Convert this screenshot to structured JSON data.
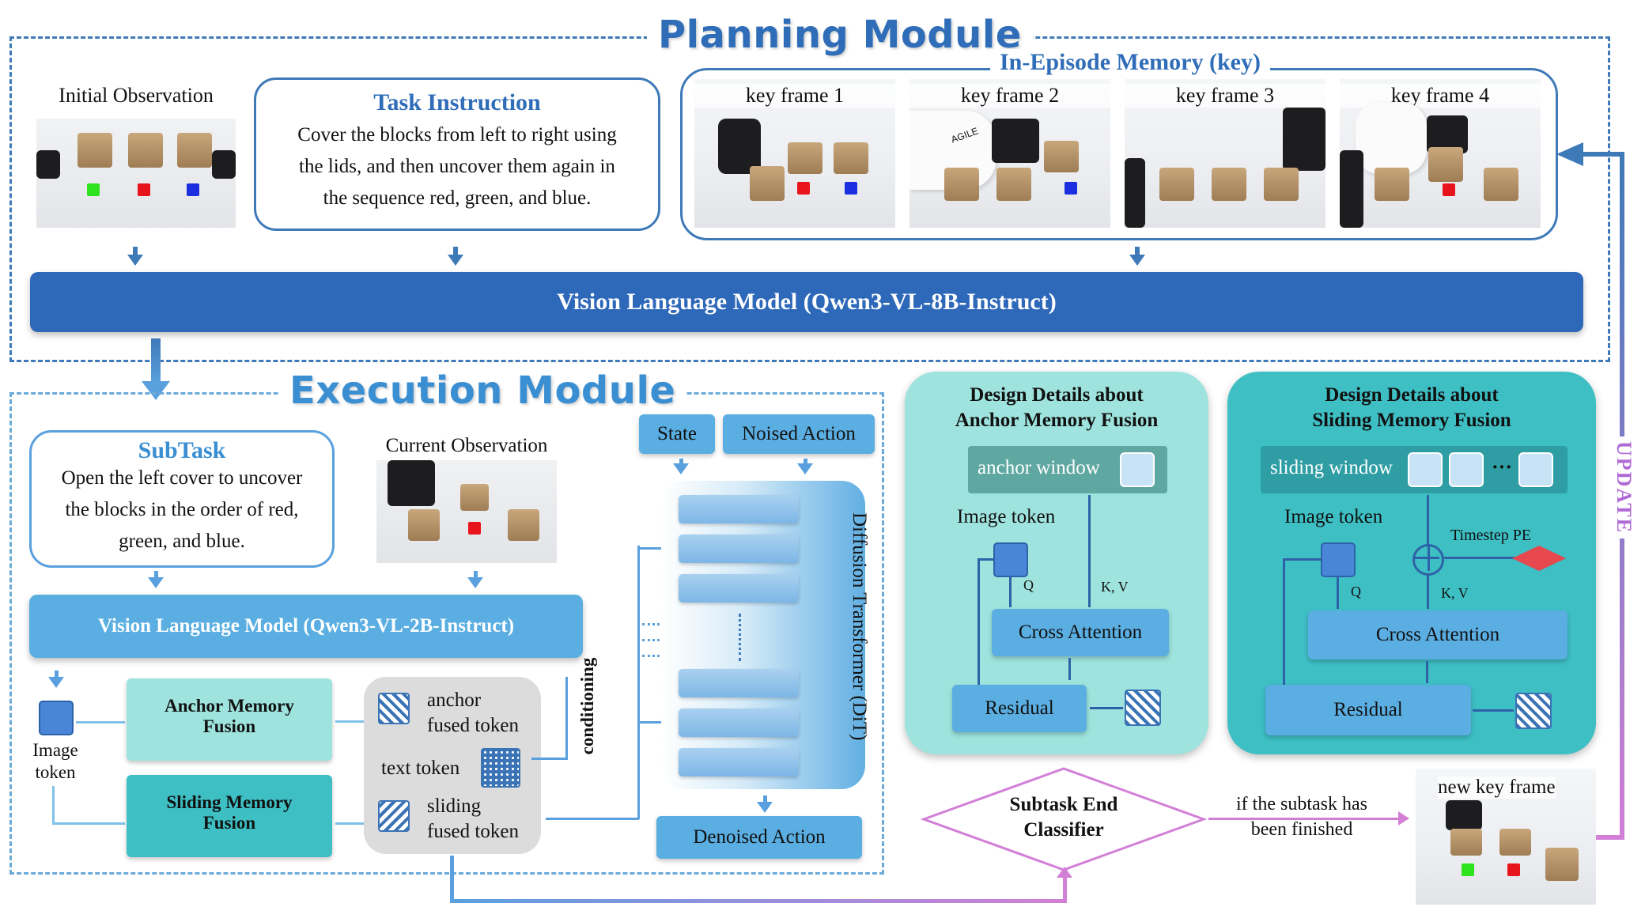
{
  "planning": {
    "title": "Planning Module",
    "initial_obs_label": "Initial Observation",
    "task": {
      "title": "Task Instruction",
      "line1": "Cover the blocks from left to right using",
      "line2": "the lids, and then uncover them again in",
      "line3": "the sequence red, green, and blue."
    },
    "memory": {
      "title": "In-Episode Memory (key)",
      "frames": [
        "key frame 1",
        "key frame 2",
        "key frame 3",
        "key frame 4"
      ]
    },
    "vlm": "Vision Language Model (Qwen3-VL-8B-Instruct)"
  },
  "execution": {
    "title": "Execution Module",
    "subtask": {
      "title": "SubTask",
      "line1": "Open the left cover to uncover",
      "line2": "the blocks in the order of red,",
      "line3": "green, and blue."
    },
    "current_obs_label": "Current Observation",
    "vlm": "Vision Language Model (Qwen3-VL-2B-Instruct)",
    "image_token_l1": "Image",
    "image_token_l2": "token",
    "anchor_fusion_l1": "Anchor Memory",
    "anchor_fusion_l2": "Fusion",
    "sliding_fusion_l1": "Sliding Memory",
    "sliding_fusion_l2": "Fusion",
    "anchor_token_l1": "anchor",
    "anchor_token_l2": "fused token",
    "text_token": "text token",
    "sliding_token_l1": "sliding",
    "sliding_token_l2": "fused token",
    "conditioning": "conditioning",
    "state": "State",
    "noised_action": "Noised Action",
    "dit": "Diffusion Transformer (DiT)",
    "denoised": "Denoised Action"
  },
  "anchor_detail": {
    "title_l1": "Design Details about",
    "title_l2": "Anchor Memory Fusion",
    "window": "anchor window",
    "image_token": "Image token",
    "q": "Q",
    "kv": "K, V",
    "cross": "Cross Attention",
    "residual": "Residual"
  },
  "sliding_detail": {
    "title_l1": "Design Details about",
    "title_l2": "Sliding Memory Fusion",
    "window": "sliding window",
    "ellipsis": "···",
    "image_token": "Image token",
    "timestep": "Timestep PE",
    "q": "Q",
    "kv": "K, V",
    "cross": "Cross Attention",
    "residual": "Residual"
  },
  "classifier": {
    "l1": "Subtask End",
    "l2": "Classifier",
    "cond_l1": "if the subtask has",
    "cond_l2": "been finished"
  },
  "new_key_frame": "new key frame",
  "update": "UPDATE",
  "robot_brand": "AGILE",
  "colors": {
    "primary_blue": "#2f6db8",
    "teal_light": "#9ee3dd",
    "teal_dark": "#3dbfc4",
    "purple": "#d27fd6",
    "cube_red": "#e8141b",
    "cube_green": "#2fe21e",
    "cube_blue": "#1c2fe0"
  }
}
